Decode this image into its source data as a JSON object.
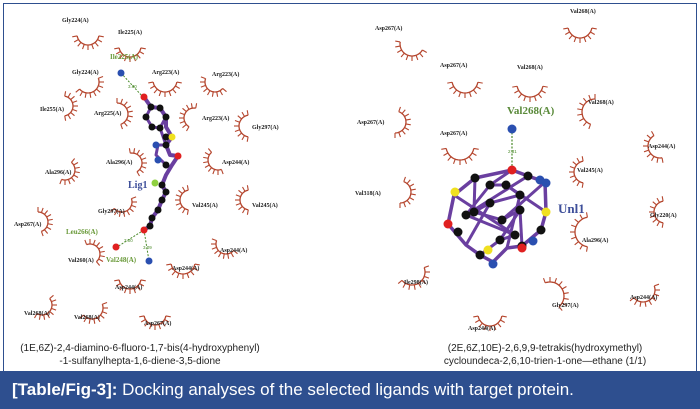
{
  "left_panel": {
    "ligand_label": "Lig1",
    "hbond_residues": [
      "Ile225(A)",
      "Leu266(A)",
      "Val248(A)"
    ],
    "distances": [
      "3.00",
      "3.00",
      "3.09"
    ],
    "residues": [
      "Gly224(A)",
      "Ile225(A)",
      "Gly224(A)",
      "Arg223(A)",
      "Arg223(A)",
      "Ile255(A)",
      "Arg225(A)",
      "Arg223(A)",
      "Gly297(A)",
      "Ala296(A)",
      "Asp244(A)",
      "Ala296(A)",
      "Gly297(A)",
      "Val245(A)",
      "Val245(A)",
      "Asp267(A)",
      "Val260(A)",
      "Asp244(A)",
      "Asp244(A)",
      "Asp244(A)",
      "Val268(A)",
      "Val268(A)",
      "Asp267(A)"
    ],
    "compound_name_line1": "(1E,6Z)-2,4-diamino-6-fluoro-1,7-bis(4-hydroxyphenyl)",
    "compound_name_line2": "-1-sulfanylhepta-1,6-diene-3,5-dione"
  },
  "right_panel": {
    "ligand_label": "Unl1",
    "hbond_residue": "Val268(A)",
    "distance": "2.31",
    "residues": [
      "Asp267(A)",
      "Val268(A)",
      "Asp267(A)",
      "Val268(A)",
      "Val268(A)",
      "Asp267(A)",
      "Asp267(A)",
      "Asp244(A)",
      "Val245(A)",
      "Val318(A)",
      "Gly220(A)",
      "Ala296(A)",
      "Ile298(A)",
      "Gly297(A)",
      "Asp244(A)",
      "Asp244(A)"
    ],
    "compound_name_line1": "(2E,6Z,10E)-2,6,9,9-tetrakis(hydroxymethyl)",
    "compound_name_line2": "cycloundeca-2,6,10-trien-1-one—ethane (1/1)"
  },
  "caption": {
    "label": "[Table/Fig-3]:",
    "text": " Docking analyses of the selected ligands with target protein."
  },
  "colors": {
    "arc": "#b5462e",
    "bond": "#6a3fa0",
    "caption_bg": "#2e4f8f",
    "oxygen": "#e02020",
    "nitrogen": "#2a4fb0",
    "sulfur": "#f0e020",
    "carbon": "#111111",
    "fluorine": "#8fd040"
  }
}
